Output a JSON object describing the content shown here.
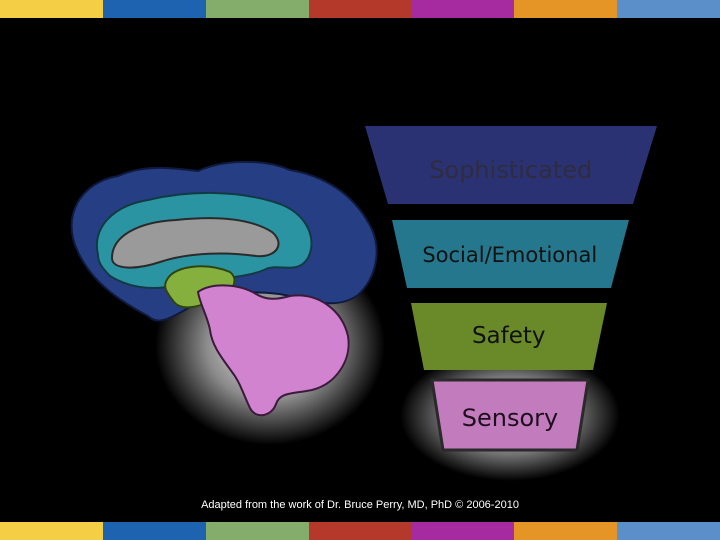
{
  "stripe_colors": [
    "#f4cf45",
    "#1e63b0",
    "#84ad6b",
    "#b5392b",
    "#a62aa0",
    "#e59426",
    "#5a8fc9"
  ],
  "layers": [
    {
      "label": "Sophisticated",
      "color": "#2b3273",
      "text_color": "#2e2c3e"
    },
    {
      "label": "Social/Emotional",
      "color": "#24778c",
      "text_color": "#111111"
    },
    {
      "label": "Safety",
      "color": "#6a8a29",
      "text_color": "#111111"
    },
    {
      "label": "Sensory",
      "color": "#c27cbd",
      "text_color": "#1e0f1e"
    }
  ],
  "brain_regions": {
    "cortex": "#263e83",
    "limbic": "#2b94a3",
    "diencephalon": "#86b03d",
    "brainstem": "#d183cf"
  },
  "caption": "Adapted from the work of Dr. Bruce Perry, MD, PhD © 2006-2010"
}
